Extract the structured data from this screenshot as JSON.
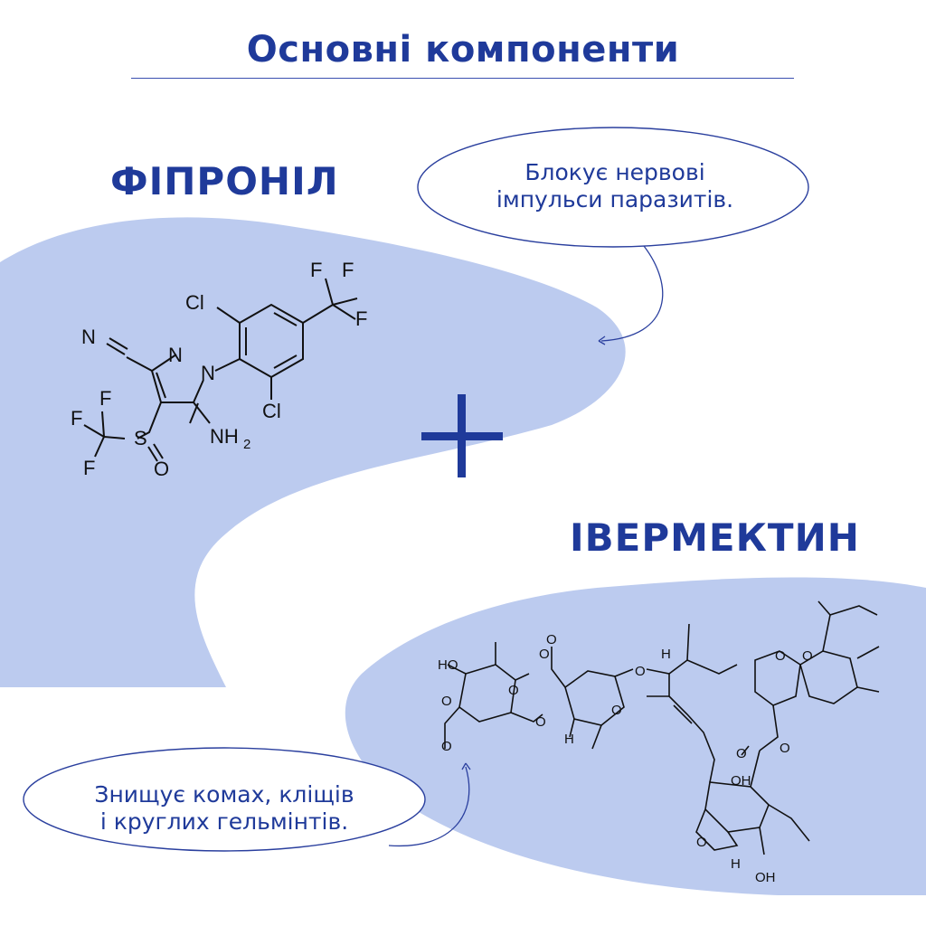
{
  "title": "Основні компоненти",
  "components": [
    {
      "name": "ФІПРОНІЛ",
      "bubble": [
        "Блокує нервові",
        "імпульси паразитів."
      ]
    },
    {
      "name": "ІВЕРМЕКТИН",
      "bubble": [
        "Знищує комах, кліщів",
        "і круглих гельмінтів."
      ]
    }
  ],
  "fipronil_labels": {
    "cl1": "Cl",
    "cl2": "Cl",
    "f1": "F",
    "f2": "F",
    "f3": "F",
    "n_cyano": "N",
    "n1": "N",
    "n2": "N",
    "f4": "F",
    "f5": "F",
    "f6": "F",
    "s": "S",
    "o": "O",
    "nh": "NH",
    "nh_sub": "2"
  },
  "ivermectin_labels": {
    "ho1": "HO",
    "o1": "O",
    "o2": "O",
    "o3": "O",
    "o4": "O",
    "o5": "O",
    "o6": "O",
    "o7": "O",
    "o8": "O",
    "o9": "O",
    "o10": "O",
    "o11": "O",
    "o12": "O",
    "o13": "O",
    "h1": "H",
    "h2": "H",
    "h3": "H",
    "oh1": "OH",
    "oh2": "OH"
  },
  "colors": {
    "accent": "#1f3a9a",
    "blob": "#bccbef",
    "line": "#2a3f9e"
  }
}
